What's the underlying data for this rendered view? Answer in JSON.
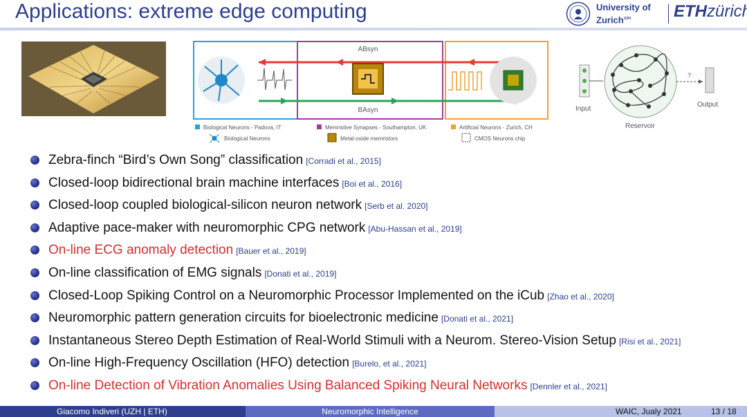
{
  "slide": {
    "title": "Applications: extreme edge computing"
  },
  "logos": {
    "uzh_line1": "University of",
    "uzh_line2": "Zurich",
    "uzh_sup": "UZH",
    "eth_bold": "ETH",
    "eth_rest": "zürich"
  },
  "diagram": {
    "top_label": "ABsyn",
    "bottom_label": "BAsyn",
    "legend": [
      {
        "label": "Biological Neurons - Padova, IT",
        "color": "#29a3d6"
      },
      {
        "label": "Memristive Synapses - Southampton, UK",
        "color": "#9c3f9c"
      },
      {
        "label": "Artificial Neurons - Zurich, CH",
        "color": "#f0a030"
      }
    ],
    "icons": [
      {
        "label": "Biological Neurons",
        "icon": "neuron-icon"
      },
      {
        "label": "Metal-oxide memristors",
        "icon": "memristor-icon"
      },
      {
        "label": "CMOS Neurons chip",
        "icon": "cmos-chip-icon"
      }
    ]
  },
  "reservoir": {
    "input_label": "Input",
    "output_label": "Output",
    "reservoir_label": "Reservoir",
    "question_mark": "?"
  },
  "bullets": [
    {
      "text": "Zebra-finch “Bird’s Own Song” classification",
      "cite": "[Corradi et al., 2015]",
      "highlight": false
    },
    {
      "text": "Closed-loop bidirectional brain machine interfaces",
      "cite": "[Boi et al., 2016]",
      "highlight": false
    },
    {
      "text": "Closed-loop coupled biological-silicon neuron network",
      "cite": "[Serb et al. 2020]",
      "highlight": false
    },
    {
      "text": "Adaptive pace-maker with neuromorphic CPG network",
      "cite": "[Abu-Hassan et al., 2019]",
      "highlight": false
    },
    {
      "text": "On-line ECG anomaly detection",
      "cite": "[Bauer et al., 2019]",
      "highlight": true
    },
    {
      "text": "On-line classification of EMG signals",
      "cite": "[Donati et al., 2019]",
      "highlight": false
    },
    {
      "text": "Closed-Loop Spiking Control on a Neuromorphic Processor Implemented on the iCub",
      "cite": "[Zhao et al., 2020]",
      "highlight": false
    },
    {
      "text": "Neuromorphic pattern generation circuits for bioelectronic medicine",
      "cite": "[Donati et al., 2021]",
      "highlight": false
    },
    {
      "text": "Instantaneous Stereo Depth Estimation of Real-World Stimuli with a Neurom. Stereo-Vision Setup",
      "cite": "[Risi et al., 2021]",
      "highlight": false
    },
    {
      "text": "On-line High-Frequency Oscillation (HFO) detection",
      "cite": "[Burelo, et al., 2021]",
      "highlight": false
    },
    {
      "text": "On-line Detection of Vibration Anomalies Using Balanced Spiking Neural Networks",
      "cite": "[Dennler et al., 2021]",
      "highlight": true
    }
  ],
  "footer": {
    "author": "Giacomo Indiveri  (UZH | ETH)",
    "talk": "Neuromorphic Intelligence",
    "event": "WAIC, Jualy 2021",
    "page": "13 / 18"
  },
  "colors": {
    "title": "#2c3e8c",
    "highlight": "#d32f2f",
    "citation": "#2c3e8c"
  }
}
